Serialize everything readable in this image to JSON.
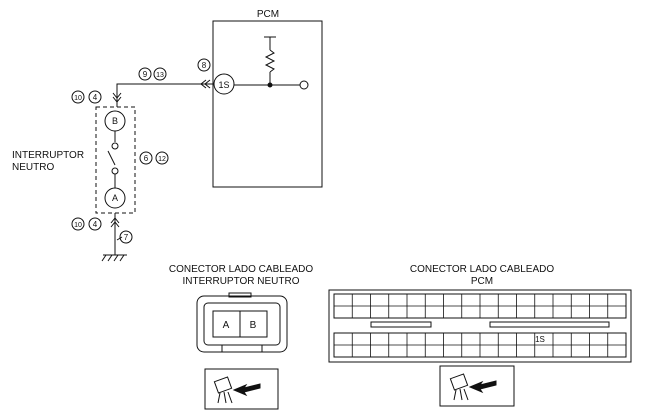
{
  "pcm": {
    "title": "PCM",
    "pin": "1S"
  },
  "switch": {
    "title_line1": "INTERRUPTOR",
    "title_line2": "NEUTRO",
    "pin_b": "B",
    "pin_a": "A"
  },
  "callouts": {
    "c8": "8",
    "c9": "9",
    "c13": "13",
    "c10_top": "10",
    "c4_top": "4",
    "c6": "6",
    "c12": "12",
    "c10_bottom": "10",
    "c4_bottom": "4",
    "c7": "7"
  },
  "connector_switch": {
    "title_line1": "CONECTOR LADO CABLEADO",
    "title_line2": "INTERRUPTOR NEUTRO",
    "pin_a": "A",
    "pin_b": "B"
  },
  "connector_pcm": {
    "title_line1": "CONECTOR LADO CABLEADO",
    "title_line2": "PCM",
    "pin_1s": "1S"
  }
}
